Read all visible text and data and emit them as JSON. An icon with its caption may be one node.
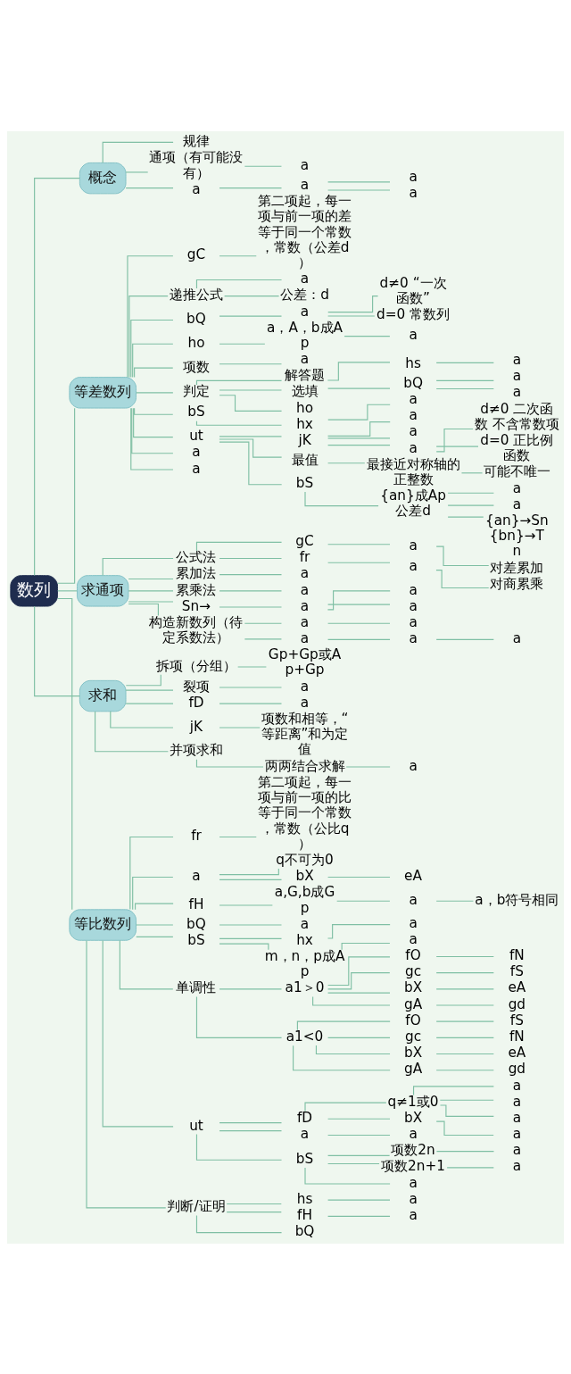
{
  "diagram": {
    "nodes": [
      {
        "text": [
          "数列"
        ]
      },
      {
        "text": [
          "概念"
        ]
      },
      {
        "text": [
          "规律"
        ]
      },
      {
        "text": [
          "通项（有可能没有）"
        ]
      },
      {
        "text": [
          "a"
        ]
      },
      {
        "text": [
          "a"
        ]
      },
      {
        "text": [
          "a"
        ]
      },
      {
        "text": [
          "a"
        ]
      },
      {
        "text": [
          "a"
        ]
      },
      {
        "text": [
          "等差数列"
        ]
      },
      {
        "text": [
          "gC"
        ]
      },
      {
        "text": [
          "第二项起，每一项与前一项的差等于同一个常数，常数（公差d）"
        ]
      },
      {
        "text": [
          "递推公式"
        ]
      },
      {
        "text": [
          "a"
        ]
      },
      {
        "text": [
          "公差：d"
        ]
      },
      {
        "text": [
          "bQ"
        ]
      },
      {
        "text": [
          "a"
        ]
      },
      {
        "text": [
          "d≠0 “一次函数”"
        ]
      },
      {
        "text": [
          "d=0 常数列"
        ]
      },
      {
        "text": [
          "ho"
        ]
      },
      {
        "text": [
          "a，A，b成Ap"
        ]
      },
      {
        "text": [
          "a"
        ]
      },
      {
        "text": [
          "项数"
        ]
      },
      {
        "text": [
          "a"
        ]
      },
      {
        "text": [
          "判定"
        ]
      },
      {
        "text": [
          "解答题"
        ]
      },
      {
        "text": [
          "hs"
        ]
      },
      {
        "text": [
          "a"
        ]
      },
      {
        "text": [
          "选填"
        ]
      },
      {
        "text": [
          "bQ"
        ]
      },
      {
        "text": [
          "a"
        ]
      },
      {
        "text": [
          "a"
        ]
      },
      {
        "text": [
          "ho"
        ]
      },
      {
        "text": [
          "bS"
        ]
      },
      {
        "text": [
          "hx"
        ]
      },
      {
        "text": [
          "a"
        ]
      },
      {
        "text": [
          "ut"
        ]
      },
      {
        "text": [
          "jK"
        ]
      },
      {
        "text": [
          "a"
        ]
      },
      {
        "text": [
          "a"
        ]
      },
      {
        "text": [
          "a"
        ]
      },
      {
        "text": [
          "d≠0 二次函数 不含常数项"
        ]
      },
      {
        "text": [
          "d=0 正比例函数"
        ]
      },
      {
        "text": [
          "最值"
        ]
      },
      {
        "text": [
          "最接近对称轴的正整数"
        ]
      },
      {
        "text": [
          "可能不唯一"
        ]
      },
      {
        "text": [
          "bS"
        ]
      },
      {
        "text": [
          "{an}成Ap 公差d"
        ]
      },
      {
        "text": [
          "a"
        ]
      },
      {
        "text": [
          "a"
        ]
      },
      {
        "text": [
          "{an}→Sn {bn}→Tn"
        ]
      },
      {
        "text": [
          "a"
        ]
      },
      {
        "text": [
          "a"
        ]
      },
      {
        "text": [
          "求通项"
        ]
      },
      {
        "text": [
          "公式法"
        ]
      },
      {
        "text": [
          "gC"
        ]
      },
      {
        "text": [
          "a"
        ]
      },
      {
        "text": [
          "对差累加"
        ]
      },
      {
        "text": [
          "fr"
        ]
      },
      {
        "text": [
          "a"
        ]
      },
      {
        "text": [
          "对商累乘"
        ]
      },
      {
        "text": [
          "累加法"
        ]
      },
      {
        "text": [
          "a"
        ]
      },
      {
        "text": [
          "累乘法"
        ]
      },
      {
        "text": [
          "a"
        ]
      },
      {
        "text": [
          "Sn→"
        ]
      },
      {
        "text": [
          "a"
        ]
      },
      {
        "text": [
          "a"
        ]
      },
      {
        "text": [
          "a"
        ]
      },
      {
        "text": [
          "构造新数列（待定系数法）"
        ]
      },
      {
        "text": [
          "a"
        ]
      },
      {
        "text": [
          "a"
        ]
      },
      {
        "text": [
          "a"
        ]
      },
      {
        "text": [
          "a"
        ]
      },
      {
        "text": [
          "a"
        ]
      },
      {
        "text": [
          "求和"
        ]
      },
      {
        "text": [
          "拆项（分组）"
        ]
      },
      {
        "text": [
          "Gp+Gp或Ap+Gp"
        ]
      },
      {
        "text": [
          "裂项"
        ]
      },
      {
        "text": [
          "a"
        ]
      },
      {
        "text": [
          "fD"
        ]
      },
      {
        "text": [
          "a"
        ]
      },
      {
        "text": [
          "jK"
        ]
      },
      {
        "text": [
          "项数和相等，“等距离”和为定值"
        ]
      },
      {
        "text": [
          "并项求和"
        ]
      },
      {
        "text": [
          "两两结合求解"
        ]
      },
      {
        "text": [
          "a"
        ]
      },
      {
        "text": [
          "等比数列"
        ]
      },
      {
        "text": [
          "fr"
        ]
      },
      {
        "text": [
          "第二项起，每一项与前一项的比等于同一个常数，常数（公比q）"
        ]
      },
      {
        "text": [
          "a"
        ]
      },
      {
        "text": [
          "q不可为0"
        ]
      },
      {
        "text": [
          "bX"
        ]
      },
      {
        "text": [
          "eA"
        ]
      },
      {
        "text": [
          "fH"
        ]
      },
      {
        "text": [
          "a,G,b成Gp"
        ]
      },
      {
        "text": [
          "a"
        ]
      },
      {
        "text": [
          "a，b符号相同"
        ]
      },
      {
        "text": [
          "bQ"
        ]
      },
      {
        "text": [
          "a"
        ]
      },
      {
        "text": [
          "bS"
        ]
      },
      {
        "text": [
          "hx"
        ]
      },
      {
        "text": [
          "a"
        ]
      },
      {
        "text": [
          "m，n，p成Ap"
        ]
      },
      {
        "text": [
          "a"
        ]
      },
      {
        "text": [
          "单调性"
        ]
      },
      {
        "text": [
          "a1＞0"
        ]
      },
      {
        "text": [
          "fO"
        ]
      },
      {
        "text": [
          "fN"
        ]
      },
      {
        "text": [
          "gc"
        ]
      },
      {
        "text": [
          "fS"
        ]
      },
      {
        "text": [
          "bX"
        ]
      },
      {
        "text": [
          "eA"
        ]
      },
      {
        "text": [
          "gA"
        ]
      },
      {
        "text": [
          "gd"
        ]
      },
      {
        "text": [
          "a1<0"
        ]
      },
      {
        "text": [
          "fO"
        ]
      },
      {
        "text": [
          "fS"
        ]
      },
      {
        "text": [
          "gc"
        ]
      },
      {
        "text": [
          "fN"
        ]
      },
      {
        "text": [
          "bX"
        ]
      },
      {
        "text": [
          "eA"
        ]
      },
      {
        "text": [
          "gA"
        ]
      },
      {
        "text": [
          "gd"
        ]
      },
      {
        "text": [
          "ut"
        ]
      },
      {
        "text": [
          "fD"
        ]
      },
      {
        "text": [
          "q≠1或0"
        ]
      },
      {
        "text": [
          "a"
        ]
      },
      {
        "text": [
          "a"
        ]
      },
      {
        "text": [
          "a"
        ]
      },
      {
        "text": [
          "bX"
        ]
      },
      {
        "text": [
          "a"
        ]
      },
      {
        "text": [
          "a"
        ]
      },
      {
        "text": [
          "a"
        ]
      },
      {
        "text": [
          "bS"
        ]
      },
      {
        "text": [
          "项数2n"
        ]
      },
      {
        "text": [
          "a"
        ]
      },
      {
        "text": [
          "项数2n+1"
        ]
      },
      {
        "text": [
          "a"
        ]
      },
      {
        "text": [
          "a"
        ]
      },
      {
        "text": [
          "判断/证明"
        ]
      },
      {
        "text": [
          "hs"
        ]
      },
      {
        "text": [
          "a"
        ]
      },
      {
        "text": [
          "fH"
        ]
      },
      {
        "text": [
          "a"
        ]
      },
      {
        "text": [
          "bQ"
        ]
      }
    ],
    "edges": [
      {
        "from": 0,
        "to": 1,
        "arrow": "none"
      },
      {
        "from": 1,
        "to": 2,
        "arrow": "none"
      },
      {
        "from": 1,
        "to": 3,
        "arrow": "none"
      },
      {
        "from": 3,
        "to": 4,
        "arrow": "none"
      },
      {
        "from": 1,
        "to": 5,
        "arrow": "none"
      },
      {
        "from": 5,
        "to": 6,
        "arrow": "none"
      },
      {
        "from": 6,
        "to": 7,
        "arrow": "none"
      },
      {
        "from": 6,
        "to": 8,
        "arrow": "none"
      },
      {
        "from": 0,
        "to": 9,
        "arrow": "none"
      },
      {
        "from": 9,
        "to": 10,
        "arrow": "none"
      },
      {
        "from": 10,
        "to": 11,
        "arrow": "none"
      },
      {
        "from": 9,
        "to": 12,
        "arrow": "none"
      },
      {
        "from": 12,
        "to": 13,
        "arrow": "none"
      },
      {
        "from": 12,
        "to": 14,
        "arrow": "none"
      },
      {
        "from": 9,
        "to": 15,
        "arrow": "none"
      },
      {
        "from": 15,
        "to": 16,
        "arrow": "none"
      },
      {
        "from": 16,
        "to": 17,
        "arrow": "none"
      },
      {
        "from": 16,
        "to": 18,
        "arrow": "none"
      },
      {
        "from": 9,
        "to": 19,
        "arrow": "none"
      },
      {
        "from": 19,
        "to": 20,
        "arrow": "none"
      },
      {
        "from": 20,
        "to": 21,
        "arrow": "none"
      },
      {
        "from": 9,
        "to": 22,
        "arrow": "none"
      },
      {
        "from": 22,
        "to": 23,
        "arrow": "none"
      },
      {
        "from": 9,
        "to": 24,
        "arrow": "none"
      },
      {
        "from": 24,
        "to": 25,
        "arrow": "none"
      },
      {
        "from": 25,
        "to": 26,
        "arrow": "none"
      },
      {
        "from": 26,
        "to": 27,
        "arrow": "none"
      },
      {
        "from": 24,
        "to": 28,
        "arrow": "none"
      },
      {
        "from": 28,
        "to": 29,
        "arrow": "none"
      },
      {
        "from": 29,
        "to": 30,
        "arrow": "none"
      },
      {
        "from": 29,
        "to": 31,
        "arrow": "none"
      },
      {
        "from": 24,
        "to": 32,
        "arrow": "none"
      },
      {
        "from": 9,
        "to": 33,
        "arrow": "none"
      },
      {
        "from": 33,
        "to": 34,
        "arrow": "none"
      },
      {
        "from": 34,
        "to": 35,
        "arrow": "none"
      },
      {
        "from": 9,
        "to": 36,
        "arrow": "none"
      },
      {
        "from": 36,
        "to": 37,
        "arrow": "none"
      },
      {
        "from": 37,
        "to": 38,
        "arrow": "none"
      },
      {
        "from": 37,
        "to": 39,
        "arrow": "none"
      },
      {
        "from": 37,
        "to": 40,
        "arrow": "none"
      },
      {
        "from": 40,
        "to": 41,
        "arrow": "none"
      },
      {
        "from": 40,
        "to": 42,
        "arrow": "none"
      },
      {
        "from": 36,
        "to": 43,
        "arrow": "none"
      },
      {
        "from": 43,
        "to": 44,
        "arrow": "none"
      },
      {
        "from": 44,
        "to": 45,
        "arrow": "none"
      },
      {
        "from": 36,
        "to": 46,
        "arrow": "none"
      },
      {
        "from": 46,
        "to": 47,
        "arrow": "none"
      },
      {
        "from": 47,
        "to": 48,
        "arrow": "none"
      },
      {
        "from": 47,
        "to": 49,
        "arrow": "none"
      },
      {
        "from": 47,
        "to": 50,
        "arrow": "none"
      },
      {
        "from": 9,
        "to": 51,
        "arrow": "none"
      },
      {
        "from": 9,
        "to": 52,
        "arrow": "none"
      },
      {
        "from": 0,
        "to": 53,
        "arrow": "none"
      },
      {
        "from": 53,
        "to": 54,
        "arrow": "none"
      },
      {
        "from": 54,
        "to": 55,
        "arrow": "none"
      },
      {
        "from": 55,
        "to": 56,
        "arrow": "none"
      },
      {
        "from": 56,
        "to": 57,
        "arrow": "none"
      },
      {
        "from": 54,
        "to": 58,
        "arrow": "none"
      },
      {
        "from": 58,
        "to": 59,
        "arrow": "none"
      },
      {
        "from": 59,
        "to": 60,
        "arrow": "none"
      },
      {
        "from": 53,
        "to": 61,
        "arrow": "none"
      },
      {
        "from": 61,
        "to": 62,
        "arrow": "none"
      },
      {
        "from": 53,
        "to": 63,
        "arrow": "none"
      },
      {
        "from": 63,
        "to": 64,
        "arrow": "none"
      },
      {
        "from": 53,
        "to": 65,
        "arrow": "none"
      },
      {
        "from": 65,
        "to": 66,
        "arrow": "none"
      },
      {
        "from": 66,
        "to": 67,
        "arrow": "none"
      },
      {
        "from": 66,
        "to": 68,
        "arrow": "none"
      },
      {
        "from": 53,
        "to": 69,
        "arrow": "none"
      },
      {
        "from": 69,
        "to": 70,
        "arrow": "none"
      },
      {
        "from": 70,
        "to": 71,
        "arrow": "none"
      },
      {
        "from": 69,
        "to": 72,
        "arrow": "none"
      },
      {
        "from": 72,
        "to": 73,
        "arrow": "none"
      },
      {
        "from": 73,
        "to": 74,
        "arrow": "none"
      },
      {
        "from": 0,
        "to": 75,
        "arrow": "none"
      },
      {
        "from": 75,
        "to": 76,
        "arrow": "none"
      },
      {
        "from": 76,
        "to": 77,
        "arrow": "none"
      },
      {
        "from": 75,
        "to": 78,
        "arrow": "none"
      },
      {
        "from": 78,
        "to": 79,
        "arrow": "none"
      },
      {
        "from": 75,
        "to": 80,
        "arrow": "none"
      },
      {
        "from": 80,
        "to": 81,
        "arrow": "none"
      },
      {
        "from": 75,
        "to": 82,
        "arrow": "none"
      },
      {
        "from": 82,
        "to": 83,
        "arrow": "none"
      },
      {
        "from": 75,
        "to": 84,
        "arrow": "none"
      },
      {
        "from": 84,
        "to": 85,
        "arrow": "none"
      },
      {
        "from": 85,
        "to": 86,
        "arrow": "none"
      },
      {
        "from": 0,
        "to": 87,
        "arrow": "none"
      },
      {
        "from": 87,
        "to": 88,
        "arrow": "none"
      },
      {
        "from": 88,
        "to": 89,
        "arrow": "none"
      },
      {
        "from": 87,
        "to": 90,
        "arrow": "none"
      },
      {
        "from": 90,
        "to": 91,
        "arrow": "none"
      },
      {
        "from": 90,
        "to": 92,
        "arrow": "none"
      },
      {
        "from": 92,
        "to": 93,
        "arrow": "none"
      },
      {
        "from": 87,
        "to": 94,
        "arrow": "none"
      },
      {
        "from": 94,
        "to": 95,
        "arrow": "none"
      },
      {
        "from": 95,
        "to": 96,
        "arrow": "none"
      },
      {
        "from": 96,
        "to": 97,
        "arrow": "none"
      },
      {
        "from": 87,
        "to": 98,
        "arrow": "none"
      },
      {
        "from": 98,
        "to": 99,
        "arrow": "none"
      },
      {
        "from": 87,
        "to": 100,
        "arrow": "none"
      },
      {
        "from": 100,
        "to": 101,
        "arrow": "none"
      },
      {
        "from": 101,
        "to": 102,
        "arrow": "none"
      },
      {
        "from": 100,
        "to": 103,
        "arrow": "none"
      },
      {
        "from": 103,
        "to": 104,
        "arrow": "none"
      },
      {
        "from": 87,
        "to": 105,
        "arrow": "none"
      },
      {
        "from": 105,
        "to": 106,
        "arrow": "none"
      },
      {
        "from": 106,
        "to": 107,
        "arrow": "none"
      },
      {
        "from": 107,
        "to": 108,
        "arrow": "none"
      },
      {
        "from": 106,
        "to": 109,
        "arrow": "none"
      },
      {
        "from": 109,
        "to": 110,
        "arrow": "none"
      },
      {
        "from": 106,
        "to": 111,
        "arrow": "none"
      },
      {
        "from": 111,
        "to": 112,
        "arrow": "none"
      },
      {
        "from": 106,
        "to": 113,
        "arrow": "none"
      },
      {
        "from": 113,
        "to": 114,
        "arrow": "none"
      },
      {
        "from": 105,
        "to": 115,
        "arrow": "none"
      },
      {
        "from": 115,
        "to": 116,
        "arrow": "none"
      },
      {
        "from": 116,
        "to": 117,
        "arrow": "none"
      },
      {
        "from": 115,
        "to": 118,
        "arrow": "none"
      },
      {
        "from": 118,
        "to": 119,
        "arrow": "none"
      },
      {
        "from": 115,
        "to": 120,
        "arrow": "none"
      },
      {
        "from": 120,
        "to": 121,
        "arrow": "none"
      },
      {
        "from": 115,
        "to": 122,
        "arrow": "none"
      },
      {
        "from": 122,
        "to": 123,
        "arrow": "none"
      },
      {
        "from": 87,
        "to": 124,
        "arrow": "none"
      },
      {
        "from": 124,
        "to": 125,
        "arrow": "none"
      },
      {
        "from": 125,
        "to": 126,
        "arrow": "none"
      },
      {
        "from": 126,
        "to": 127,
        "arrow": "none"
      },
      {
        "from": 126,
        "to": 128,
        "arrow": "none"
      },
      {
        "from": 126,
        "to": 129,
        "arrow": "none"
      },
      {
        "from": 125,
        "to": 130,
        "arrow": "none"
      },
      {
        "from": 130,
        "to": 131,
        "arrow": "none"
      },
      {
        "from": 124,
        "to": 132,
        "arrow": "none"
      },
      {
        "from": 132,
        "to": 133,
        "arrow": "none"
      },
      {
        "from": 124,
        "to": 134,
        "arrow": "none"
      },
      {
        "from": 134,
        "to": 135,
        "arrow": "none"
      },
      {
        "from": 135,
        "to": 136,
        "arrow": "none"
      },
      {
        "from": 134,
        "to": 137,
        "arrow": "none"
      },
      {
        "from": 137,
        "to": 138,
        "arrow": "none"
      },
      {
        "from": 134,
        "to": 139,
        "arrow": "none"
      },
      {
        "from": 87,
        "to": 140,
        "arrow": "none"
      },
      {
        "from": 140,
        "to": 141,
        "arrow": "none"
      },
      {
        "from": 141,
        "to": 142,
        "arrow": "none"
      },
      {
        "from": 140,
        "to": 143,
        "arrow": "none"
      },
      {
        "from": 143,
        "to": 144,
        "arrow": "none"
      },
      {
        "from": 140,
        "to": 145,
        "arrow": "none"
      }
    ]
  }
}
